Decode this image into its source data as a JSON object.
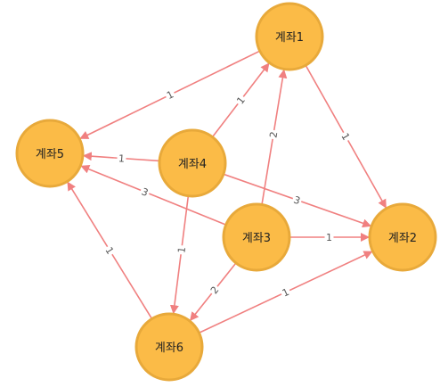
{
  "colors": {
    "node_fill": "#fbbb47",
    "node_stroke": "#e8a93a",
    "edge": "#f08080"
  },
  "graph": {
    "nodes": [
      {
        "id": "n1",
        "label": "계좌1"
      },
      {
        "id": "n2",
        "label": "계좌2"
      },
      {
        "id": "n3",
        "label": "계좌3"
      },
      {
        "id": "n4",
        "label": "계좌4"
      },
      {
        "id": "n5",
        "label": "계좌5"
      },
      {
        "id": "n6",
        "label": "계좌6"
      }
    ],
    "edges": [
      {
        "from": "n1",
        "to": "n5",
        "label": "1"
      },
      {
        "from": "n1",
        "to": "n2",
        "label": "1"
      },
      {
        "from": "n4",
        "to": "n1",
        "label": "1"
      },
      {
        "from": "n4",
        "to": "n5",
        "label": "1"
      },
      {
        "from": "n4",
        "to": "n2",
        "label": "3"
      },
      {
        "from": "n4",
        "to": "n6",
        "label": "1"
      },
      {
        "from": "n3",
        "to": "n1",
        "label": "2"
      },
      {
        "from": "n3",
        "to": "n5",
        "label": "3"
      },
      {
        "from": "n3",
        "to": "n2",
        "label": "1"
      },
      {
        "from": "n3",
        "to": "n6",
        "label": "2"
      },
      {
        "from": "n6",
        "to": "n5",
        "label": "1"
      },
      {
        "from": "n6",
        "to": "n2",
        "label": "1"
      }
    ]
  }
}
